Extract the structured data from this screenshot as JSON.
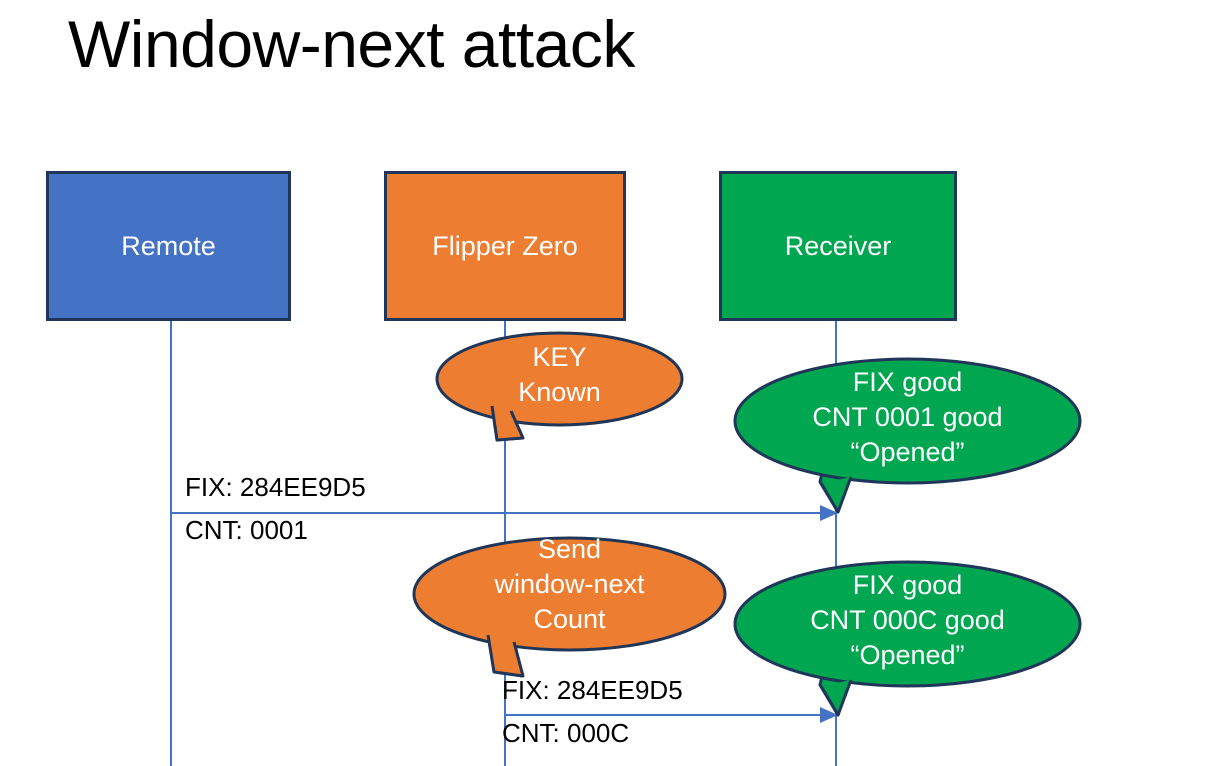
{
  "slide": {
    "title": "Window-next attack",
    "background": "#FFFFFF"
  },
  "colors": {
    "remote": "#4472C4",
    "flipper": "#ED7D31",
    "receiver": "#00A650",
    "outline": "#1F3659",
    "line": "#4472C4",
    "text_on_shape": "#FFFFFF",
    "text_plain": "#000000"
  },
  "actors": [
    {
      "id": "remote",
      "label": "Remote"
    },
    {
      "id": "flipper",
      "label": "Flipper Zero"
    },
    {
      "id": "receiver",
      "label": "Receiver"
    }
  ],
  "callouts": [
    {
      "id": "key-known",
      "owner": "flipper",
      "text": "KEY\nKnown"
    },
    {
      "id": "verify-1",
      "owner": "receiver",
      "text": "FIX good\nCNT 0001 good\n“Opened”"
    },
    {
      "id": "send-window",
      "owner": "flipper",
      "text": "Send\nwindow-next\nCount"
    },
    {
      "id": "verify-2",
      "owner": "receiver",
      "text": "FIX good\nCNT 000C good\n“Opened”"
    }
  ],
  "messages": [
    {
      "id": "msg-1",
      "from": "remote",
      "to": "receiver",
      "fix_label": "FIX: 284EE9D5",
      "cnt_label": "CNT: 0001"
    },
    {
      "id": "msg-2",
      "from": "flipper",
      "to": "receiver",
      "fix_label": "FIX: 284EE9D5",
      "cnt_label": "CNT: 000C"
    }
  ]
}
